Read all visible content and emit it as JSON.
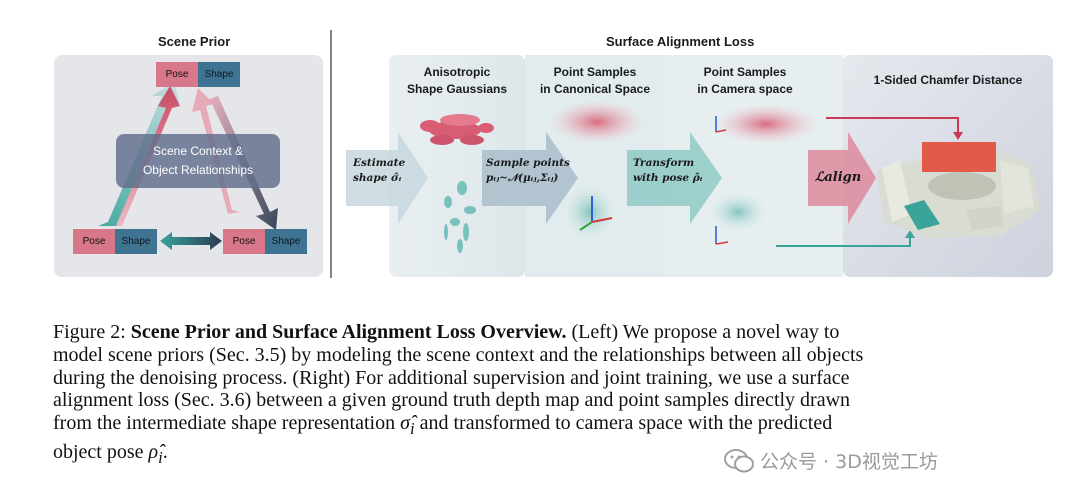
{
  "figure": {
    "left_panel": {
      "title": "Scene Prior",
      "context_line1": "Scene Context &",
      "context_line2": "Object Relationships",
      "pose_label": "Pose",
      "shape_label": "Shape"
    },
    "right_panel": {
      "title": "Surface Alignment Loss",
      "stage1_line1": "Anisotropic",
      "stage1_line2": "Shape Gaussians",
      "stage2_line1": "Point Samples",
      "stage2_line2": "in Canonical Space",
      "stage3_line1": "Point Samples",
      "stage3_line2": "in Camera space",
      "stage4_title": "1-Sided Chamfer Distance",
      "step1_line1": "Estimate",
      "step1_line2": "shape σ̂ᵢ",
      "step2_line1": "Sample points",
      "step2_line2": "pᵢⱼ~𝒩(μᵢⱼ,Σᵢⱼ)",
      "step3_line1": "Transform",
      "step3_line2": "with pose ρ̂ᵢ",
      "loss_label": "ℒalign"
    },
    "colors": {
      "pose": "#d9778a",
      "shape": "#3e7392",
      "red_arrow": "#c93b55",
      "teal_arrow": "#3aa39a",
      "panel_bg": "#e4e6ea"
    }
  },
  "caption": {
    "lead": "Figure 2: ",
    "bold": "Scene Prior and Surface Alignment Loss Overview.",
    "line1_rest": " (Left) We propose a novel way to",
    "line2": "model scene priors (Sec. 3.5) by modeling the scene context and the relationships between all objects",
    "line3": "during the denoising process. (Right) For additional supervision and joint training, we use a surface",
    "line4": "alignment loss (Sec. 3.6) between a given ground truth depth map and point samples directly drawn",
    "line5_a": "from the intermediate shape representation ",
    "line5_sym": "σ̂",
    "line5_sub": "i",
    "line5_b": " and transformed to camera space with the predicted",
    "line6_a": "object pose ",
    "line6_sym": "ρ̂",
    "line6_sub": "i",
    "line6_b": "."
  },
  "watermark": {
    "text": "公众号 · 3D视觉工坊"
  }
}
